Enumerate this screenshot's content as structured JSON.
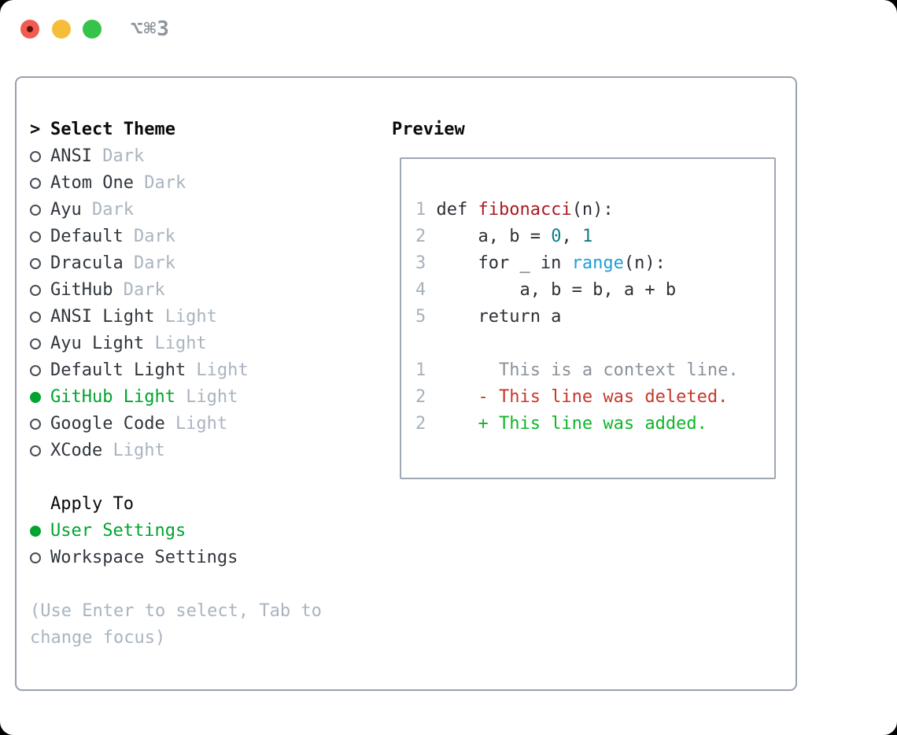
{
  "window": {
    "title": "⌥⌘3",
    "traffic_lights": {
      "close_color": "#f15b51",
      "minimize_color": "#f5bd39",
      "zoom_color": "#35c44b"
    }
  },
  "theme_picker": {
    "prompt": ">",
    "header": "Select Theme",
    "items": [
      {
        "name": "ANSI",
        "tag": "Dark",
        "selected": false
      },
      {
        "name": "Atom One",
        "tag": "Dark",
        "selected": false
      },
      {
        "name": "Ayu",
        "tag": "Dark",
        "selected": false
      },
      {
        "name": "Default",
        "tag": "Dark",
        "selected": false
      },
      {
        "name": "Dracula",
        "tag": "Dark",
        "selected": false
      },
      {
        "name": "GitHub",
        "tag": "Dark",
        "selected": false
      },
      {
        "name": "ANSI Light",
        "tag": "Light",
        "selected": false
      },
      {
        "name": "Ayu Light",
        "tag": "Light",
        "selected": false
      },
      {
        "name": "Default Light",
        "tag": "Light",
        "selected": false
      },
      {
        "name": "GitHub Light",
        "tag": "Light",
        "selected": true
      },
      {
        "name": "Google Code",
        "tag": "Light",
        "selected": false
      },
      {
        "name": "XCode",
        "tag": "Light",
        "selected": false
      }
    ],
    "apply_to": {
      "header": "Apply To",
      "options": [
        {
          "name": "User Settings",
          "selected": true
        },
        {
          "name": "Workspace Settings",
          "selected": false
        }
      ]
    },
    "hint_line1": "(Use Enter to select, Tab to",
    "hint_line2": "change focus)"
  },
  "preview": {
    "title": "Preview",
    "code_lines": [
      {
        "no": "1",
        "k1": "def ",
        "fn": "fibonacci",
        "k2": "(n):"
      },
      {
        "no": "2",
        "k1": "    a, b = ",
        "n1": "0",
        "k2": ", ",
        "n2": "1"
      },
      {
        "no": "3",
        "k1": "    for _ in ",
        "bi": "range",
        "k2": "(n):"
      },
      {
        "no": "4",
        "k1": "        a, b = b, a + b"
      },
      {
        "no": "5",
        "k1": "    return a"
      }
    ],
    "diff_lines": [
      {
        "no": "1",
        "text": "      This is a context line.",
        "kind": "context"
      },
      {
        "no": "2",
        "text": "    - This line was deleted.",
        "kind": "deleted"
      },
      {
        "no": "2",
        "text": "    + This line was added.",
        "kind": "added"
      }
    ]
  },
  "colors": {
    "selection_green": "#00a42f",
    "deleted_red": "#c5392b",
    "added_green": "#0eb52a",
    "function_red": "#ab1a20",
    "number_teal": "#0c7d85",
    "builtin_blue": "#1d9fd8",
    "muted_gray": "#a9b4c0",
    "text_dark": "#30363d",
    "panel_border": "#99a1ac"
  }
}
